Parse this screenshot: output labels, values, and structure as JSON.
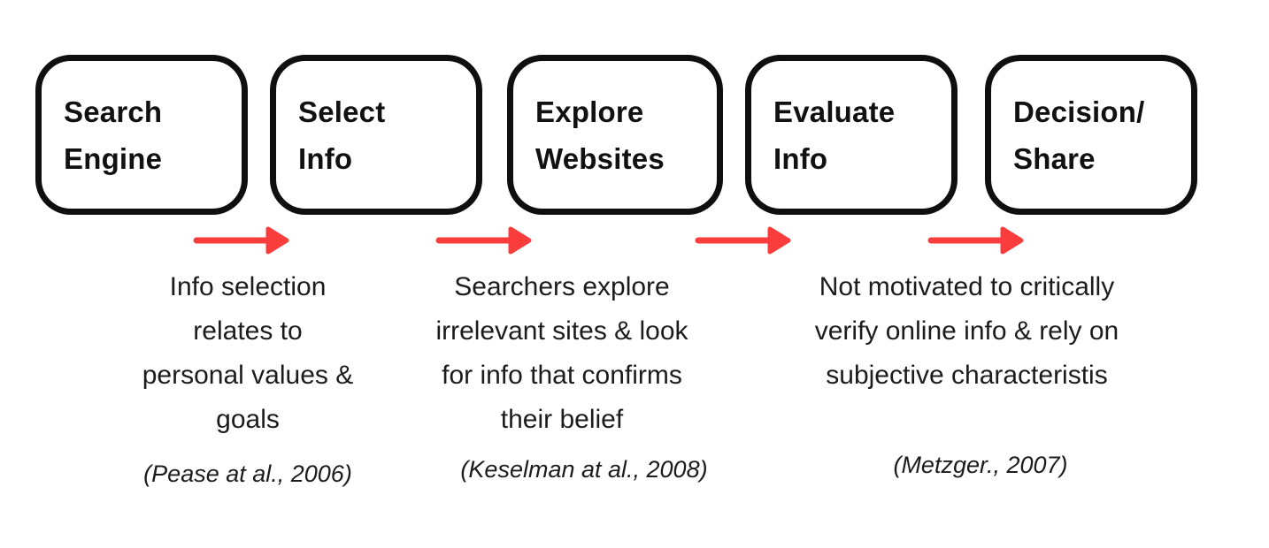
{
  "diagram": {
    "stages": [
      {
        "label": "Search\nEngine"
      },
      {
        "label": "Select\nInfo"
      },
      {
        "label": "Explore\nWebsites"
      },
      {
        "label": "Evaluate\nInfo"
      },
      {
        "label": "Decision/\nShare"
      }
    ],
    "annotations": [
      {
        "text": "Info selection\nrelates to\npersonal values &\ngoals",
        "citation": "(Pease at al., 2006)"
      },
      {
        "text": "Searchers explore\nirrelevant sites & look\nfor info that confirms\ntheir belief",
        "citation": "(Keselman at al., 2008)"
      },
      {
        "text": "Not motivated to critically\nverify online info & rely on\nsubjective characteristis",
        "citation": "(Metzger., 2007)"
      }
    ],
    "colors": {
      "arrow": "#f93c3c",
      "box_border": "#0f0f0f",
      "box_text": "#111111",
      "note_text": "#1c1c1c"
    }
  }
}
